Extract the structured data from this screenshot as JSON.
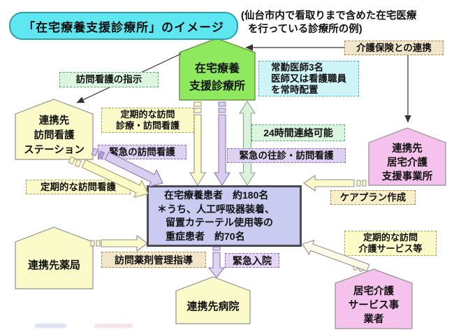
{
  "title_banner": "「在宅療養支援診療所」のイメージ",
  "subtitle": {
    "line1": "(仙台市内で看取りまで含めた在宅医療",
    "line2": "を行っている診療所の例)"
  },
  "clinic": {
    "lines": [
      "在宅療養",
      "支援診療所"
    ]
  },
  "staff_note": {
    "lines": [
      "常勤医師3名",
      "医師又は看護職員",
      "を常時配置"
    ]
  },
  "patients": {
    "lines": [
      "在宅療養患者　約180名",
      "＊うち、人工呼吸器装着、",
      "留置カテーテル使用等の",
      "重症患者　約70名"
    ]
  },
  "labels": {
    "kaigo_hoken": "介護保険との連携",
    "houmon_shiji": "訪問看護の指示",
    "teiki_shinryo": {
      "lines": [
        "定期的な訪問",
        "診療・訪問看護"
      ]
    },
    "kinkyu_houmon": "緊急の訪問看護",
    "teiki_houmon": "定期的な訪問看護",
    "jikan24": "24時間連絡可能",
    "kinkyu_oushin": "緊急の往診・訪問看護",
    "care_plan": "ケアプラン作成",
    "teiki_kaigo": {
      "lines": [
        "定期的な訪問",
        "介護サービス等"
      ]
    },
    "yakuzai": "訪問薬剤管理指導",
    "kinkyu_nyuin": "緊急入院"
  },
  "houses": {
    "station": {
      "lines": [
        "連携先",
        "訪問看護",
        "ステーション"
      ]
    },
    "kyotaku_shien": {
      "lines": [
        "連携先",
        "居宅介護",
        "支援事業所"
      ]
    },
    "yakkyoku": "連携先薬局",
    "byoin": "連携先病院",
    "kaigo_service": {
      "lines": [
        "居宅介護",
        "サービス事",
        "業者"
      ]
    }
  },
  "colors": {
    "banner_fill": "#5fe7f1",
    "banner_border": "#2d9ea9",
    "clinic_green": "#8ee95e",
    "house_yellow": "#fbfbc9",
    "house_pink": "#f4c2ec",
    "patient_lavender": "#c9cbf0",
    "box_green": "#dcf5df",
    "box_cyan": "#cef4f7",
    "box_yellow": "#fbfbc9",
    "box_purple": "#ddd2f2",
    "box_tan": "#f2e6ca",
    "arrow_yellow": "#fbfbc9",
    "arrow_purple": "#d9cdf0",
    "arrow_green": "#ddf2de",
    "arrow_pale": "#fdfbe8"
  }
}
